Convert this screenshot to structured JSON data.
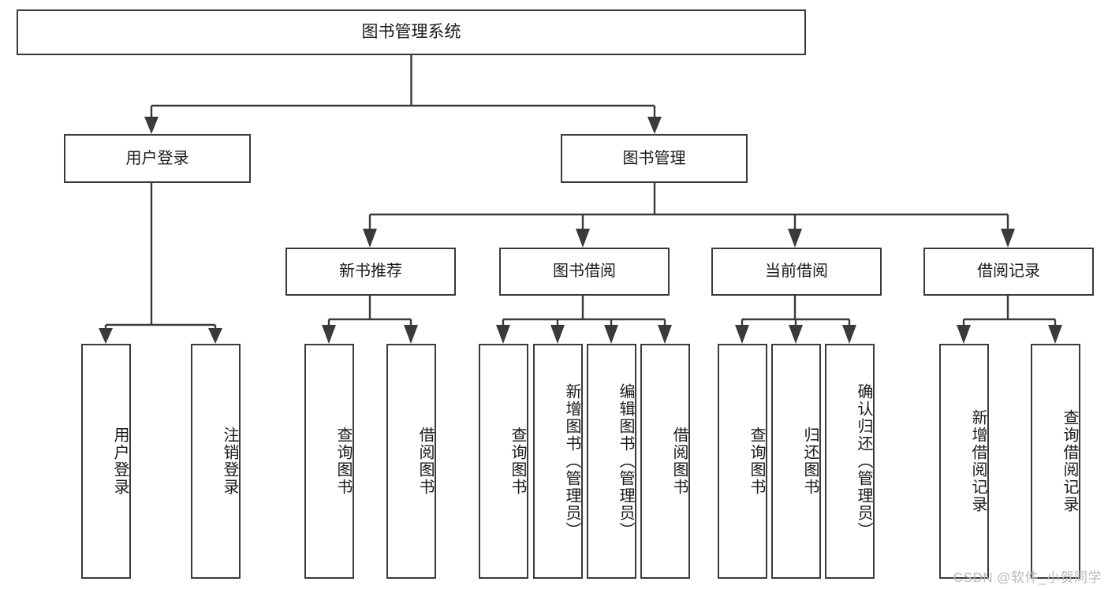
{
  "diagram": {
    "title": "图书管理系统",
    "type": "tree",
    "root": {
      "id": "root",
      "label": "图书管理系统",
      "level": 1
    },
    "level2": [
      {
        "id": "user-login",
        "label": "用户登录",
        "level": 2
      },
      {
        "id": "book-manage",
        "label": "图书管理",
        "level": 2
      }
    ],
    "level3": [
      {
        "id": "new-book-recommend",
        "label": "新书推荐",
        "level": 3,
        "parent": "book-manage"
      },
      {
        "id": "book-borrow",
        "label": "图书借阅",
        "level": 3,
        "parent": "book-manage"
      },
      {
        "id": "current-borrow",
        "label": "当前借阅",
        "level": 3,
        "parent": "book-manage"
      },
      {
        "id": "borrow-record",
        "label": "借阅记录",
        "level": 3,
        "parent": "book-manage"
      }
    ],
    "leaves": {
      "user_login": [
        {
          "id": "leaf-user-login",
          "label": "用户登录"
        },
        {
          "id": "leaf-user-logout",
          "label": "注销登录"
        }
      ],
      "new_book_recommend": [
        {
          "id": "leaf-query-book-1",
          "label": "查询图书"
        },
        {
          "id": "leaf-borrow-book-1",
          "label": "借阅图书"
        }
      ],
      "book_borrow": [
        {
          "id": "leaf-query-book-2",
          "label": "查询图书"
        },
        {
          "id": "leaf-add-book",
          "label": "新增图书（管理员）"
        },
        {
          "id": "leaf-edit-book",
          "label": "编辑图书（管理员）"
        },
        {
          "id": "leaf-borrow-book-2",
          "label": "借阅图书"
        }
      ],
      "current_borrow": [
        {
          "id": "leaf-query-book-3",
          "label": "查询图书"
        },
        {
          "id": "leaf-return-book",
          "label": "归还图书"
        },
        {
          "id": "leaf-confirm-return",
          "label": "确认归还（管理员）"
        }
      ],
      "borrow_record": [
        {
          "id": "leaf-add-record",
          "label": "新增借阅记录"
        },
        {
          "id": "leaf-query-record",
          "label": "查询借阅记录"
        }
      ]
    },
    "colors": {
      "stroke": "#3a3a3a",
      "fill": "#ffffff",
      "text": "#1a1a1a",
      "watermark": "#b9b9b9"
    }
  },
  "watermark": {
    "text": "CSDN @软件_小贺同学"
  }
}
